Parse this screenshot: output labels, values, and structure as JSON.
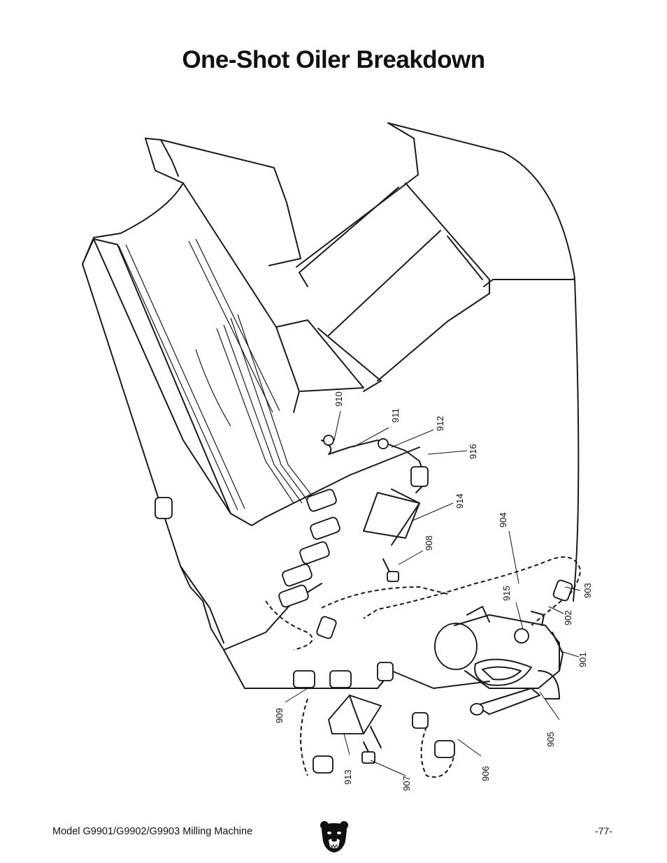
{
  "title": "One-Shot Oiler Breakdown",
  "callouts": [
    "910",
    "911",
    "912",
    "916",
    "914",
    "908",
    "904",
    "915",
    "903",
    "902",
    "901",
    "905",
    "906",
    "909",
    "913",
    "907"
  ],
  "footer": {
    "model": "Model G9901/G9902/G9903 Milling Machine",
    "page": "-77-"
  },
  "logo_icon": "bear-head-icon"
}
